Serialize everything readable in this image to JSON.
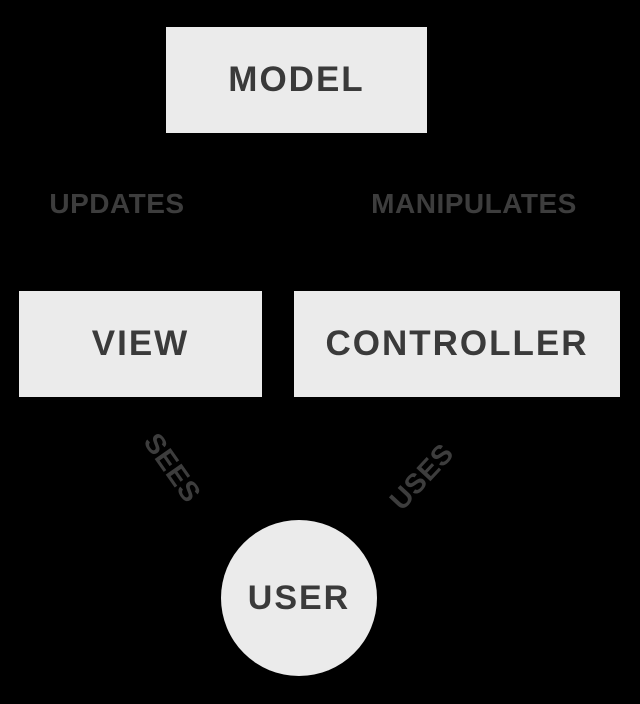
{
  "colors": {
    "background": "#000000",
    "node-fill": "#ebebeb",
    "node-text": "#3a3a3a",
    "edge-label": "#3d3d3d"
  },
  "diagram": {
    "nodes": {
      "model": {
        "label": "MODEL",
        "shape": "rect"
      },
      "view": {
        "label": "VIEW",
        "shape": "rect"
      },
      "controller": {
        "label": "CONTROLLER",
        "shape": "rect"
      },
      "user": {
        "label": "USER",
        "shape": "circle"
      }
    },
    "edge_labels": {
      "updates": {
        "label": "UPDATES"
      },
      "manipulates": {
        "label": "MANIPULATES"
      },
      "sees": {
        "label": "SEES"
      },
      "uses": {
        "label": "USES"
      }
    }
  }
}
